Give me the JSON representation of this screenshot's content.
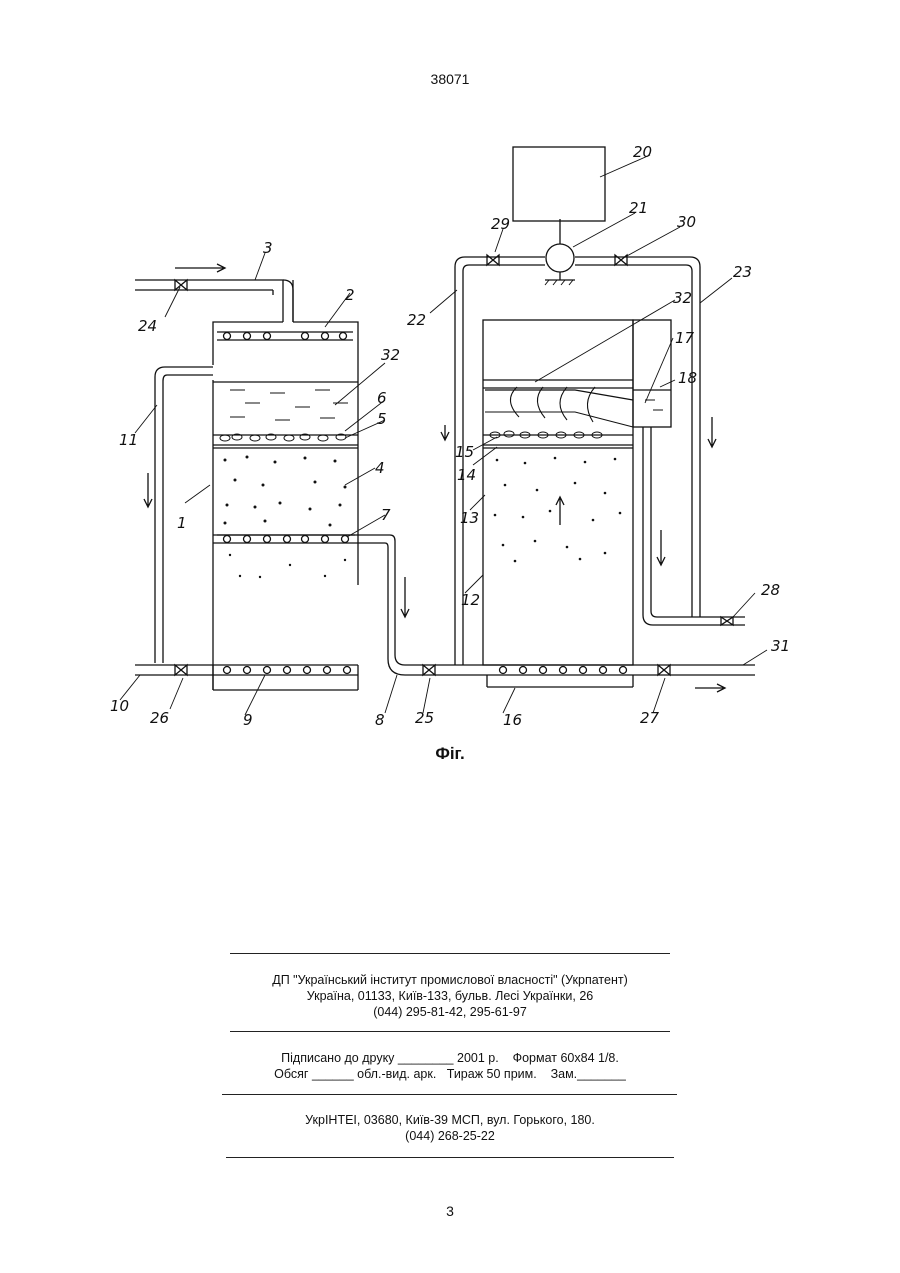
{
  "header": {
    "page_number": "38071"
  },
  "figure": {
    "caption": "Фіг.",
    "labels": {
      "l1": "1",
      "l2": "2",
      "l3": "3",
      "l4": "4",
      "l5": "5",
      "l6": "6",
      "l7": "7",
      "l8": "8",
      "l9": "9",
      "l10": "10",
      "l11": "11",
      "l12": "12",
      "l13": "13",
      "l14": "14",
      "l15": "15",
      "l16": "16",
      "l17": "17",
      "l18": "18",
      "l20": "20",
      "l21": "21",
      "l22": "22",
      "l23": "23",
      "l24": "24",
      "l25": "25",
      "l26": "26",
      "l27": "27",
      "l28": "28",
      "l29": "29",
      "l30": "30",
      "l31": "31",
      "l32a": "32",
      "l32b": "32"
    }
  },
  "imprint": {
    "publisher_line1": "ДП \"Український інститут промислової власності\" (Укрпатент)",
    "publisher_line2": "Україна, 01133, Київ-133, бульв. Лесі Українки, 26",
    "publisher_line3": "(044) 295-81-42, 295-61-97",
    "print_line1": "Підписано до друку ________ 2001 р.    Формат 60х84 1/8.",
    "print_line2": "Обсяг ______ обл.-вид. арк.   Тираж 50 прим.    Зам._______",
    "printer_line1": "УкрІНТЕІ, 03680, Київ-39 МСП, вул. Горького, 180.",
    "printer_line2": "(044) 268-25-22"
  },
  "footer": {
    "page_number": "3"
  }
}
